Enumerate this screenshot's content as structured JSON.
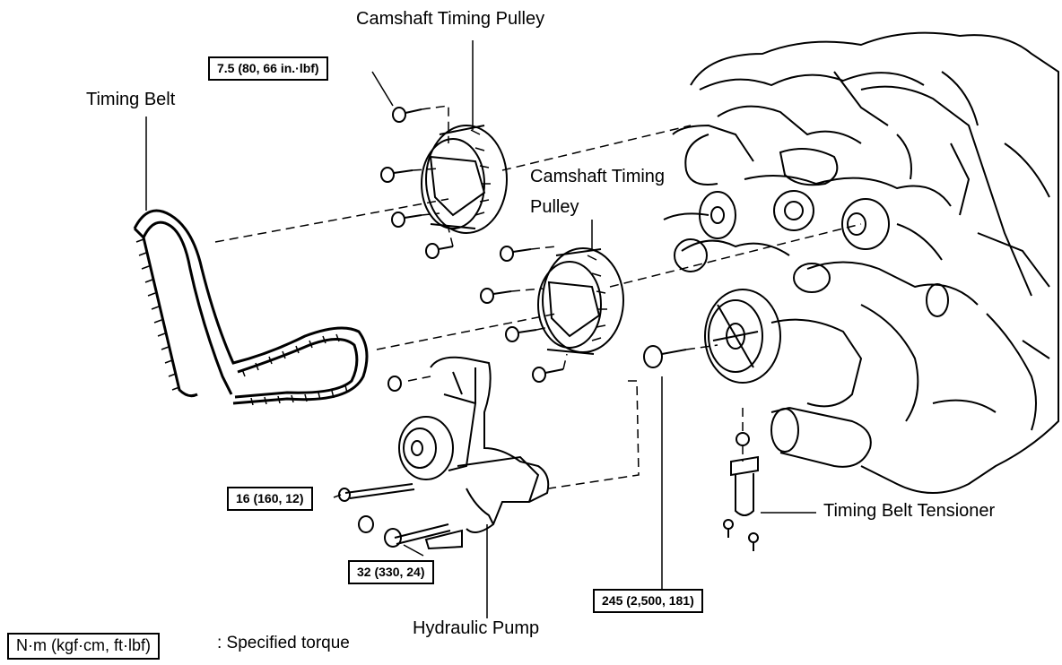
{
  "labels": {
    "camshaft_pulley_top": "Camshaft Timing Pulley",
    "camshaft_pulley_mid_line1": "Camshaft Timing",
    "camshaft_pulley_mid_line2": "Pulley",
    "timing_belt": "Timing Belt",
    "timing_belt_tensioner": "Timing Belt Tensioner",
    "hydraulic_pump": "Hydraulic Pump"
  },
  "torques": {
    "cam_bolt": "7.5 (80, 66 in.·lbf)",
    "pump_bolt_upper": "16 (160, 12)",
    "pump_bolt_lower": "32 (330, 24)",
    "crank_bolt": "245 (2,500, 181)"
  },
  "legend": {
    "unit": "N·m (kgf·cm, ft·lbf)",
    "description": ": Specified torque"
  }
}
